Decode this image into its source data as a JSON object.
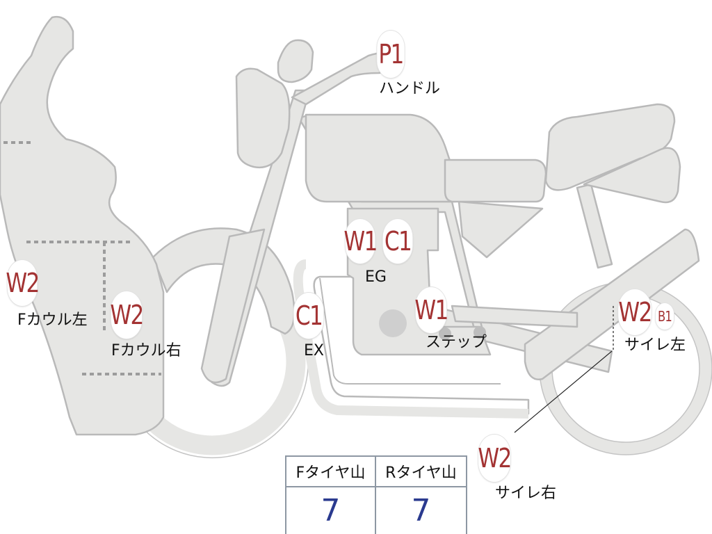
{
  "colors": {
    "body_fill": "#e6e6e4",
    "body_stroke": "#b9b9b9",
    "badge_text": "#a33333",
    "table_value": "#2a3a8f",
    "table_border": "#8d97a3"
  },
  "markers": [
    {
      "id": "p1",
      "code": "P1",
      "label": "ハンドル"
    },
    {
      "id": "w1-eg",
      "code": "W1",
      "label": ""
    },
    {
      "id": "c1-eg",
      "code": "C1",
      "label": "EG"
    },
    {
      "id": "w2-fcowl-left",
      "code": "W2",
      "label": "Fカウル左"
    },
    {
      "id": "w2-fcowl-right",
      "code": "W2",
      "label": "Fカウル右"
    },
    {
      "id": "c1-ex",
      "code": "C1",
      "label": "EX"
    },
    {
      "id": "w1-step",
      "code": "W1",
      "label": "ステップ"
    },
    {
      "id": "w2-side-left",
      "code": "W2",
      "label": "サイレ左"
    },
    {
      "id": "b1-side-left",
      "code": "B1",
      "label": ""
    },
    {
      "id": "w2-side-right",
      "code": "W2",
      "label": "サイレ右"
    }
  ],
  "tire_table": {
    "headers": [
      "Fタイヤ山",
      "Rタイヤ山"
    ],
    "values": [
      "7",
      "7"
    ]
  }
}
